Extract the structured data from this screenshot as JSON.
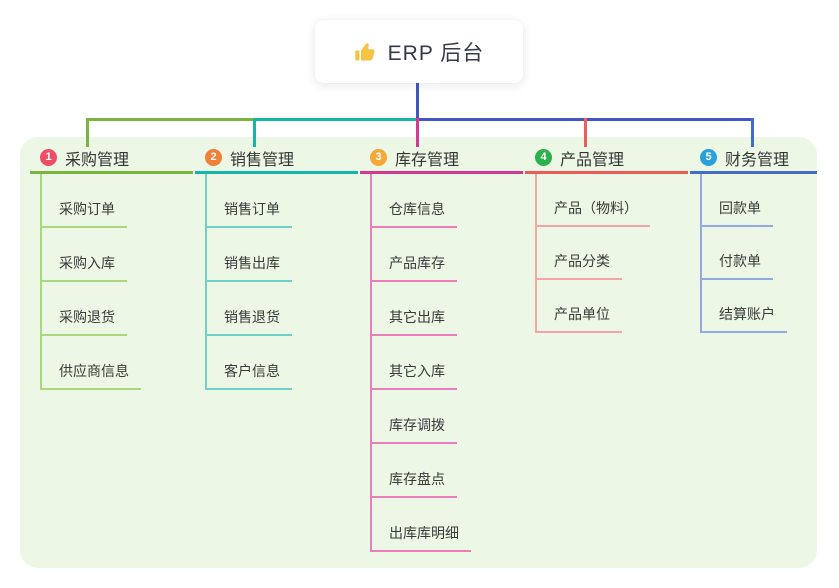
{
  "root": {
    "label": "ERP 后台",
    "icon": "thumbs-up-icon"
  },
  "colors": {
    "trunk_line": "#4355c4",
    "panel_background": "#ecf7e5",
    "card_background": "#ffffff",
    "thumb_icon": "#f6c445",
    "text": "#363636"
  },
  "branches": [
    {
      "index": "1",
      "label": "采购管理",
      "badge_color": "#ef4f66",
      "line_color": "#7ab63f",
      "child_line_color": "#abd77f",
      "children": [
        "采购订单",
        "采购入库",
        "采购退货",
        "供应商信息"
      ]
    },
    {
      "index": "2",
      "label": "销售管理",
      "badge_color": "#f07f38",
      "line_color": "#12b7aa",
      "child_line_color": "#6fd1c6",
      "children": [
        "销售订单",
        "销售出库",
        "销售退货",
        "客户信息"
      ]
    },
    {
      "index": "3",
      "label": "库存管理",
      "badge_color": "#f7a836",
      "line_color": "#d63790",
      "child_line_color": "#e87ebc",
      "children": [
        "仓库信息",
        "产品库存",
        "其它出库",
        "其它入库",
        "库存调拨",
        "库存盘点",
        "出库库明细"
      ]
    },
    {
      "index": "4",
      "label": "产品管理",
      "badge_color": "#2cb14e",
      "line_color": "#ef5a5a",
      "child_line_color": "#f5a5a5",
      "children": [
        "产品（物料）",
        "产品分类",
        "产品单位"
      ]
    },
    {
      "index": "5",
      "label": "财务管理",
      "badge_color": "#2aa0da",
      "line_color": "#466ac8",
      "child_line_color": "#93a9e2",
      "children": [
        "回款单",
        "付款单",
        "结算账户"
      ]
    }
  ]
}
